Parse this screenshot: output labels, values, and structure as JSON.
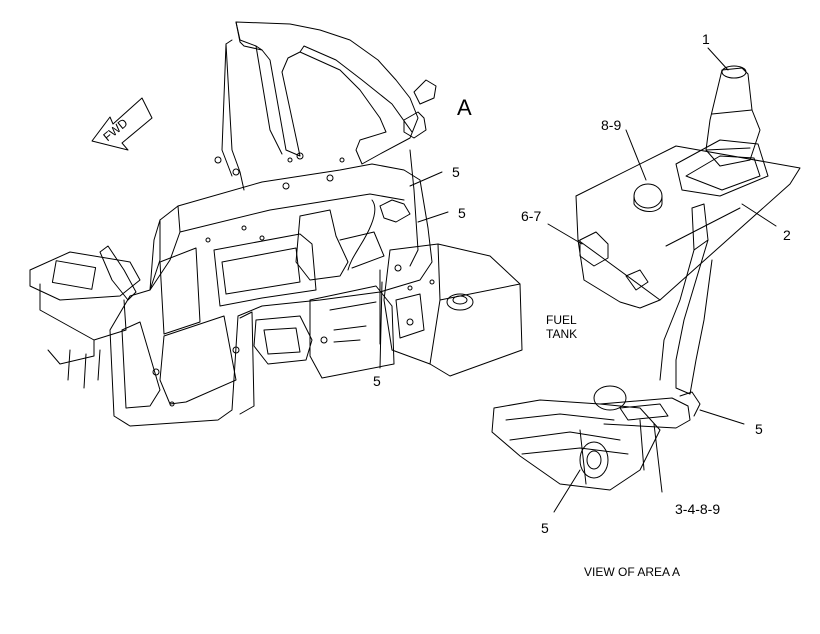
{
  "direction_arrow": {
    "label": "FWD"
  },
  "area_label": "A",
  "fuel_tank": {
    "line1": "FUEL",
    "line2": "TANK"
  },
  "callouts": {
    "main_5_a": "5",
    "main_5_b": "5",
    "main_5_c": "5",
    "detail_1": "1",
    "detail_8_9": "8-9",
    "detail_6_7": "6-7",
    "detail_2": "2",
    "detail_5_right": "5",
    "detail_3_4_8_9": "3-4-8-9",
    "detail_5_bottom": "5"
  },
  "caption": "VIEW OF AREA A",
  "line_color": "#000000"
}
